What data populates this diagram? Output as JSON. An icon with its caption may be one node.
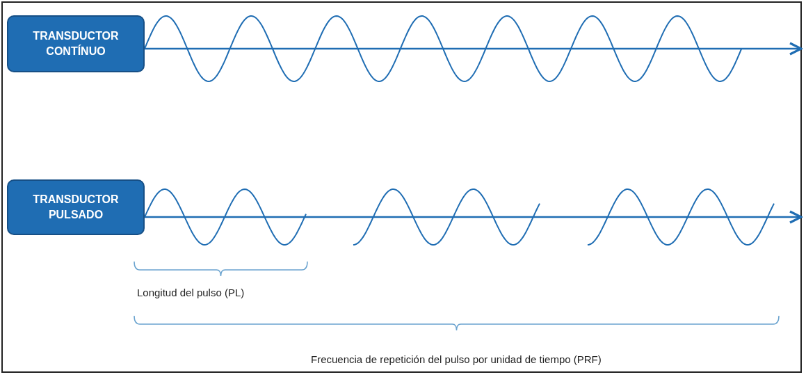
{
  "diagram": {
    "nodes": [
      {
        "text": [
          "TRANSDUCTOR CONTÍNUO"
        ]
      },
      {
        "text": [
          "TRANSDUCTOR PULSADO"
        ]
      }
    ],
    "edges": [
      {
        "from": 0,
        "to": null,
        "arrow": "to"
      },
      {
        "from": 1,
        "to": null,
        "arrow": "to"
      }
    ],
    "labels": [
      "Longitud del pulso (PL)",
      "Frecuencia de repetición del pulso por unidad de tiempo (PRF)"
    ]
  }
}
